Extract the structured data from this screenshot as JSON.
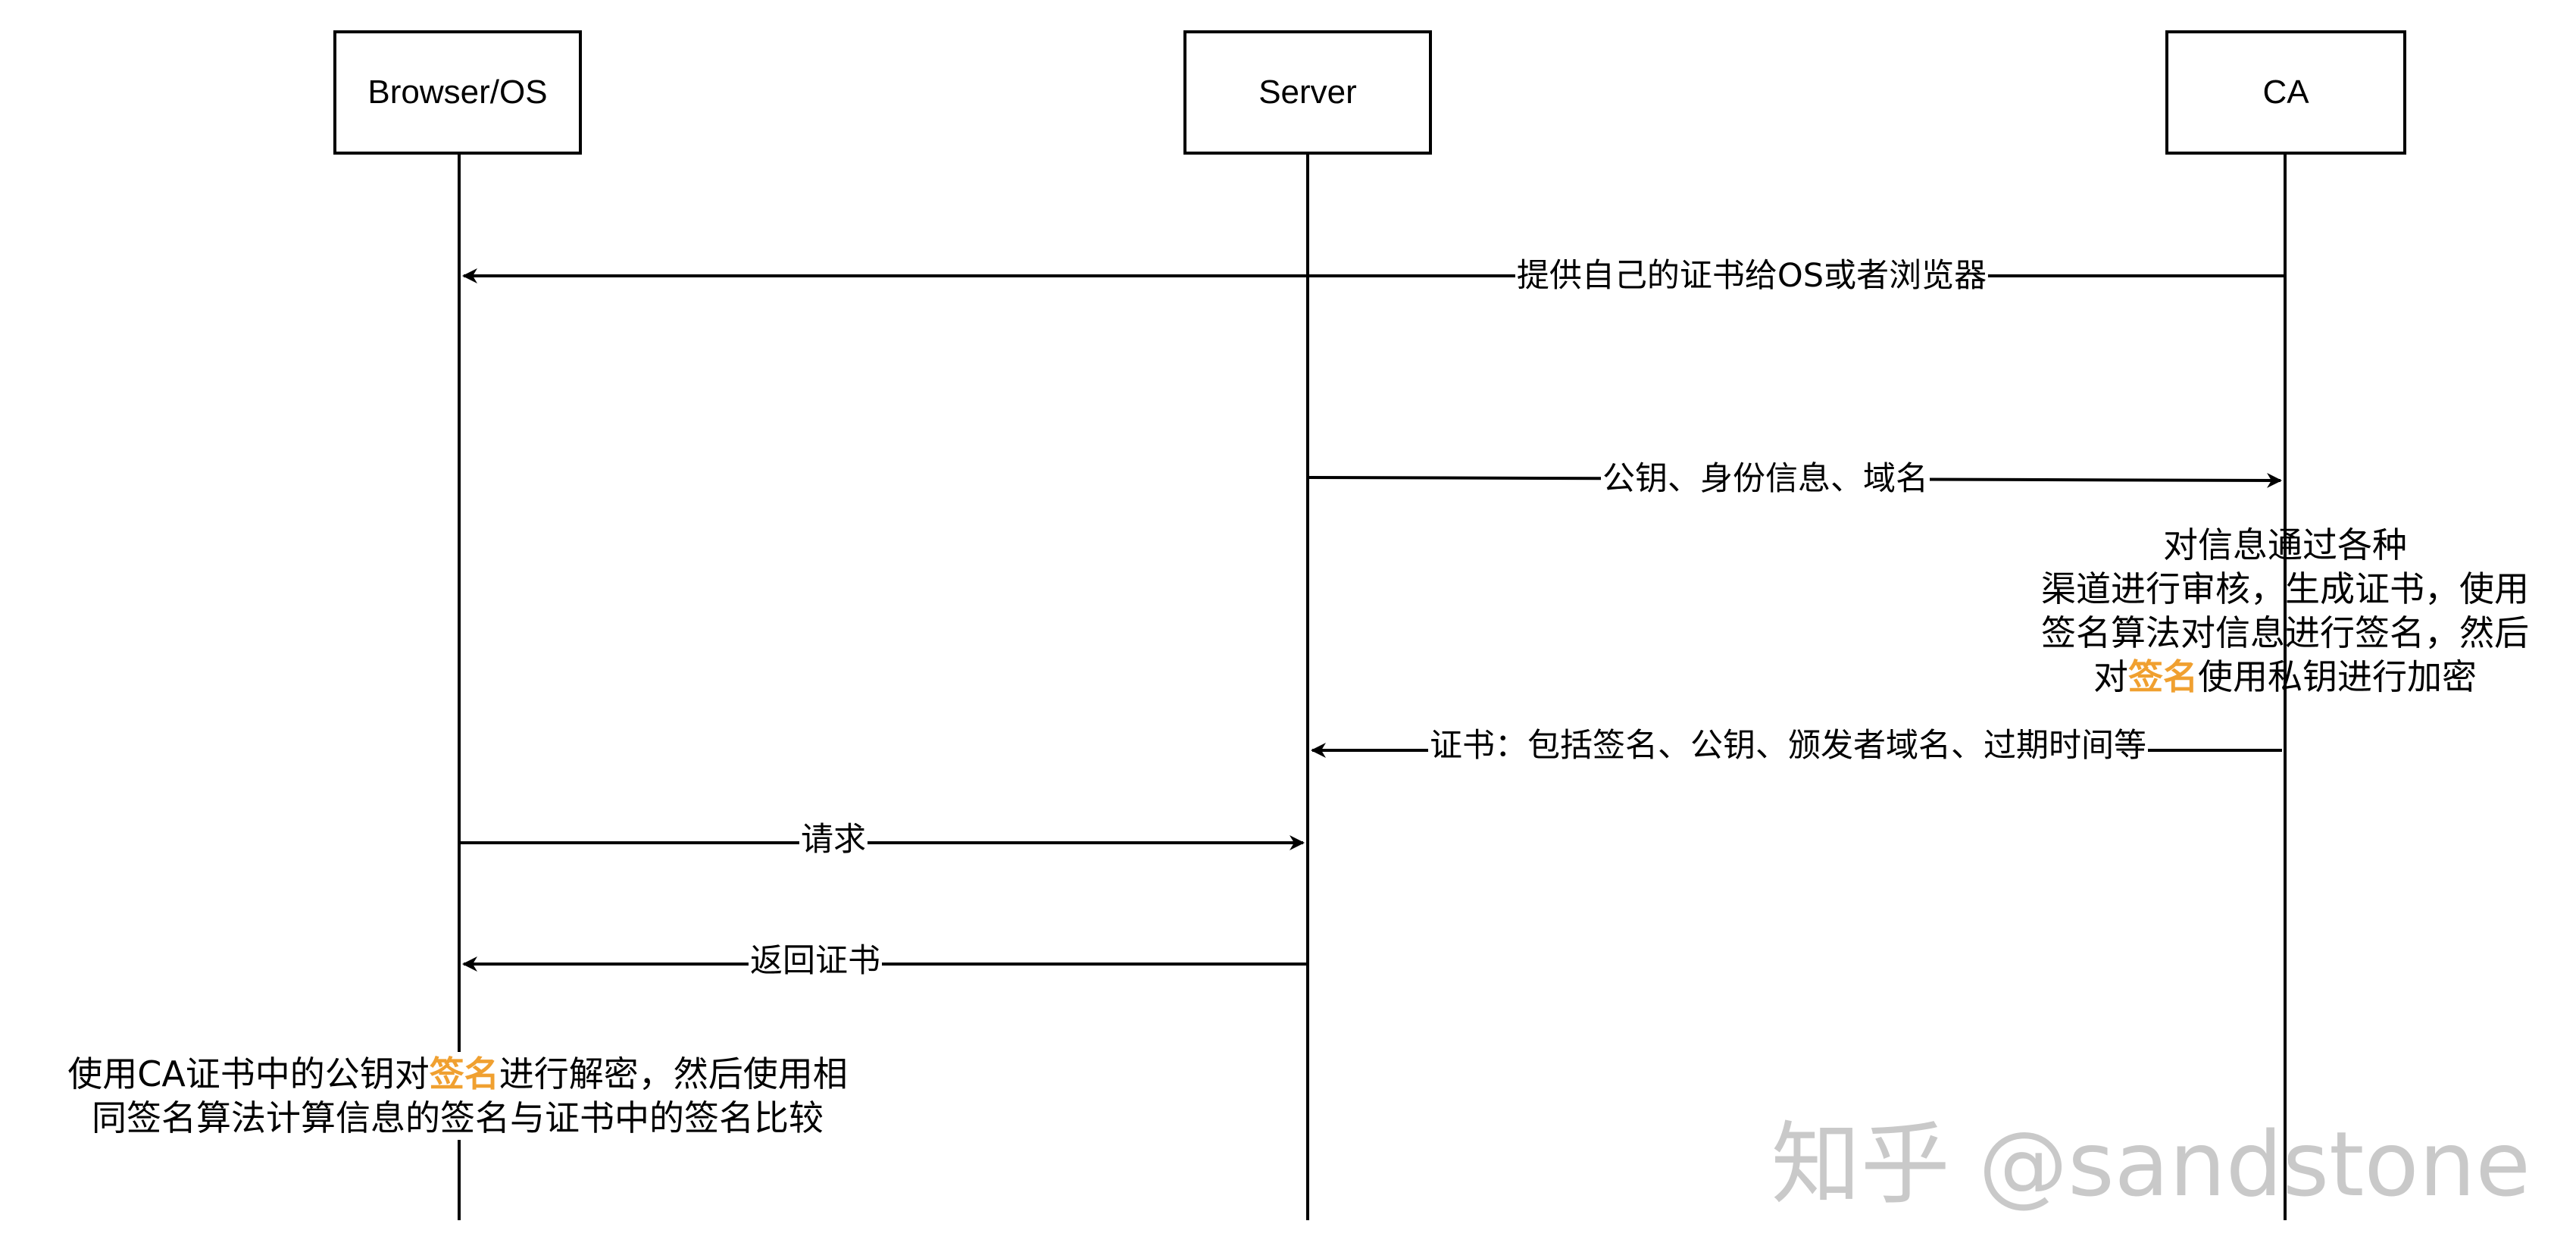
{
  "actors": {
    "browser": "Browser/OS",
    "server": "Server",
    "ca": "CA"
  },
  "messages": {
    "m1": "提供自己的证书给OS或者浏览器",
    "m2": "公钥、身份信息、域名",
    "m3": "证书：包括签名、公钥、颁发者域名、过期时间等",
    "m4": "请求",
    "m5": "返回证书"
  },
  "notes": {
    "ca_note": {
      "line1": "对信息通过各种",
      "line2": "渠道进行审核，生成证书，使用",
      "line3": "签名算法对信息进行签名，然后",
      "line4_pre": "对",
      "line4_hl": "签名",
      "line4_post": "使用私钥进行加密"
    },
    "browser_note": {
      "line1_pre": "使用CA证书中的公钥对",
      "line1_hl": "签名",
      "line1_post": "进行解密，然后使用相",
      "line2": "同签名算法计算信息的签名与证书中的签名比较"
    }
  },
  "watermark": "知乎 @sandstone",
  "colors": {
    "line": "#000000",
    "highlight": "#f0a030",
    "watermark": "#c9c9c9"
  }
}
